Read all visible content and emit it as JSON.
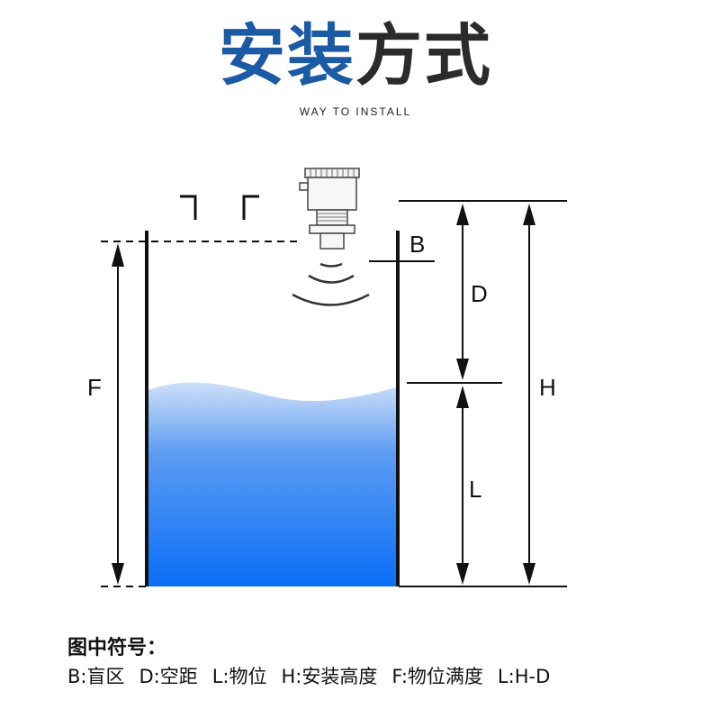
{
  "header": {
    "title_part1": "安装",
    "title_part2": "方式",
    "subtitle": "WAY TO INSTALL"
  },
  "diagram": {
    "labels": {
      "B": "B",
      "D": "D",
      "H": "H",
      "F": "F",
      "L": "L"
    },
    "colors": {
      "water_top": "#c9dcf7",
      "water_bottom": "#0a6ef7",
      "line": "#111111"
    }
  },
  "legend": {
    "title": "图中符号：",
    "items": [
      "B:盲区",
      "D:空距",
      "L:物位",
      "H:安装高度",
      "F:物位满度",
      "L:H-D"
    ]
  }
}
